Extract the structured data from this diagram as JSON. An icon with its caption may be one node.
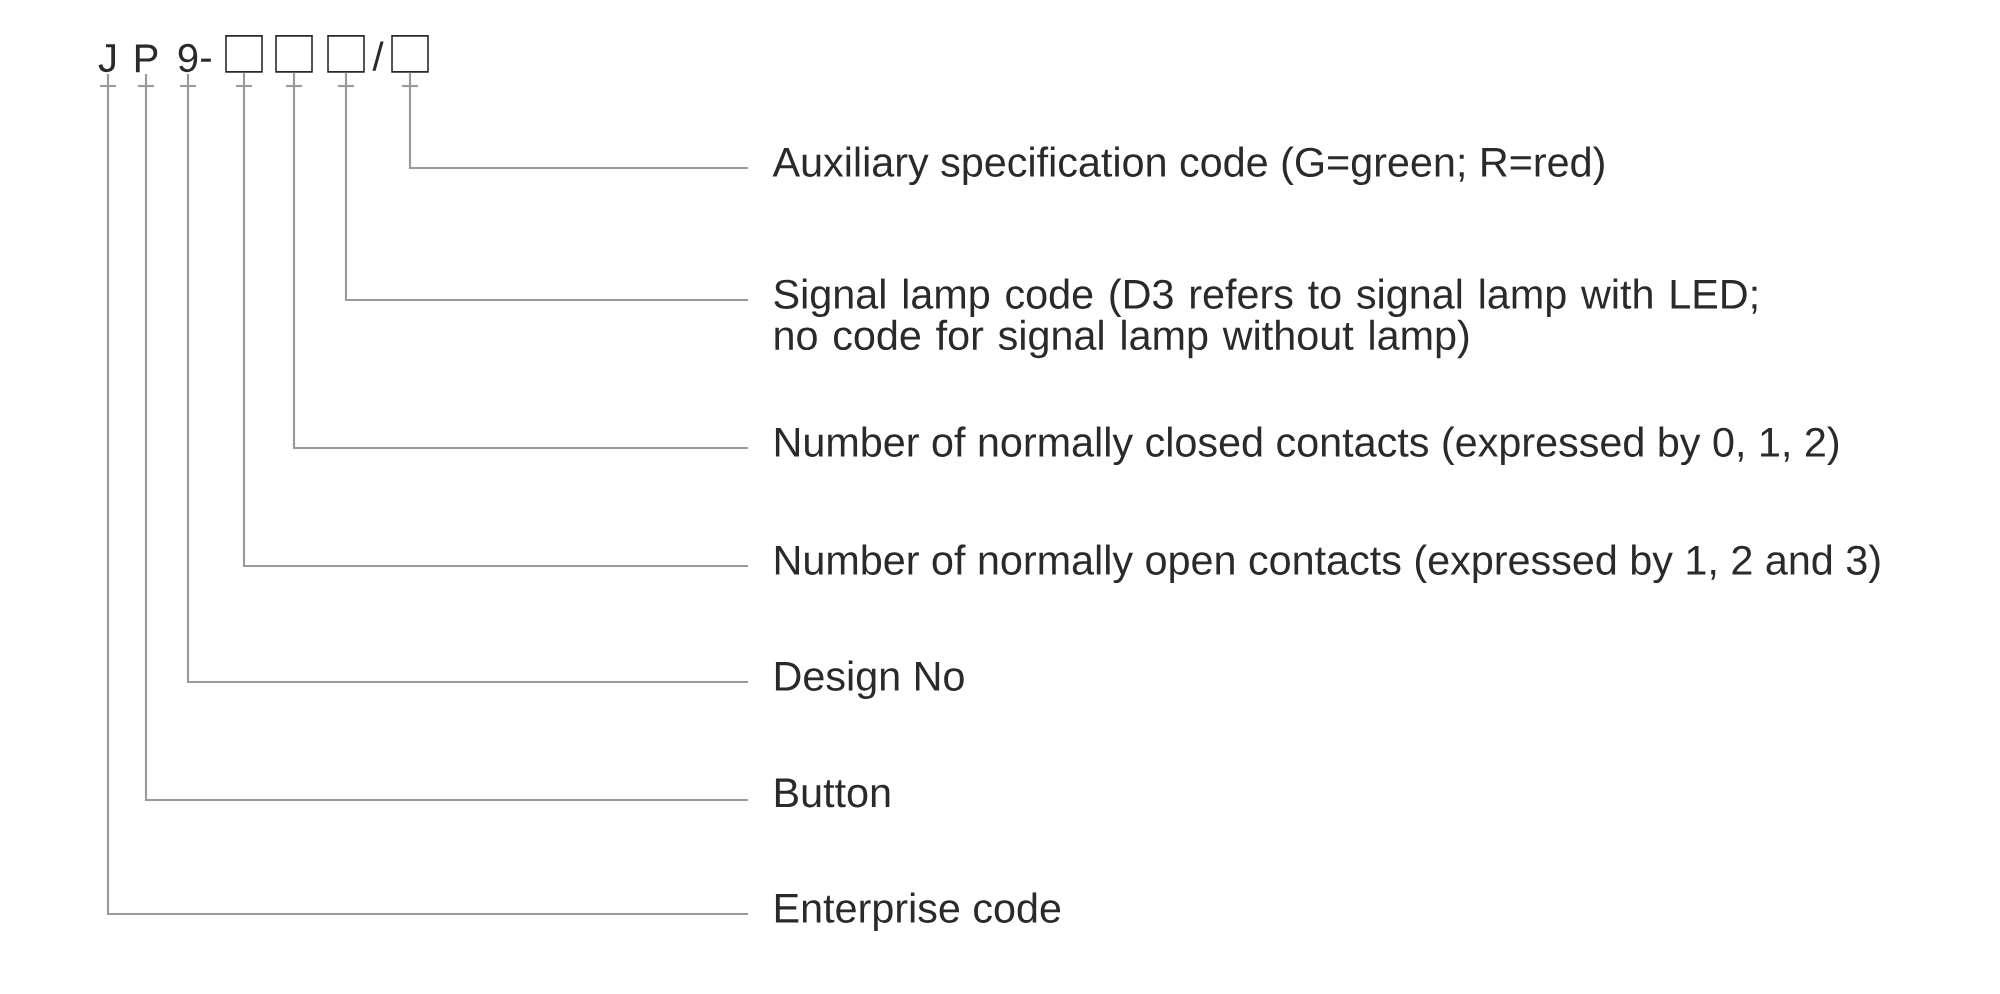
{
  "diagram": {
    "nodes": [
      {
        "text": [
          "J"
        ]
      },
      {
        "text": [
          "P"
        ]
      },
      {
        "text": [
          "9"
        ]
      },
      {
        "text": [],
        "shape": "box"
      },
      {
        "text": [],
        "shape": "box"
      },
      {
        "text": [],
        "shape": "box"
      },
      {
        "text": [],
        "shape": "box"
      },
      {
        "text": [
          "Auxiliary specification code (G=green; R=red)"
        ]
      },
      {
        "text": [
          "Signal lamp code (D3 refers to signal lamp with LED; no code for signal lamp without lamp)"
        ]
      },
      {
        "text": [
          "Number of normally closed contacts (expressed by 0, 1, 2)"
        ]
      },
      {
        "text": [
          "Number of normally open contacts (expressed by 1, 2 and 3)"
        ]
      },
      {
        "text": [
          "Design No"
        ]
      },
      {
        "text": [
          "Button"
        ]
      },
      {
        "text": [
          "Enterprise code"
        ]
      }
    ],
    "edges": [
      {
        "from": 6,
        "to": 7,
        "arrow": "none"
      },
      {
        "from": 5,
        "to": 8,
        "arrow": "none"
      },
      {
        "from": 4,
        "to": 9,
        "arrow": "none"
      },
      {
        "from": 3,
        "to": 10,
        "arrow": "none"
      },
      {
        "from": 2,
        "to": 11,
        "arrow": "none"
      },
      {
        "from": 1,
        "to": 12,
        "arrow": "none"
      },
      {
        "from": 0,
        "to": 13,
        "arrow": "none"
      }
    ],
    "labels": [
      "-",
      "/"
    ]
  }
}
